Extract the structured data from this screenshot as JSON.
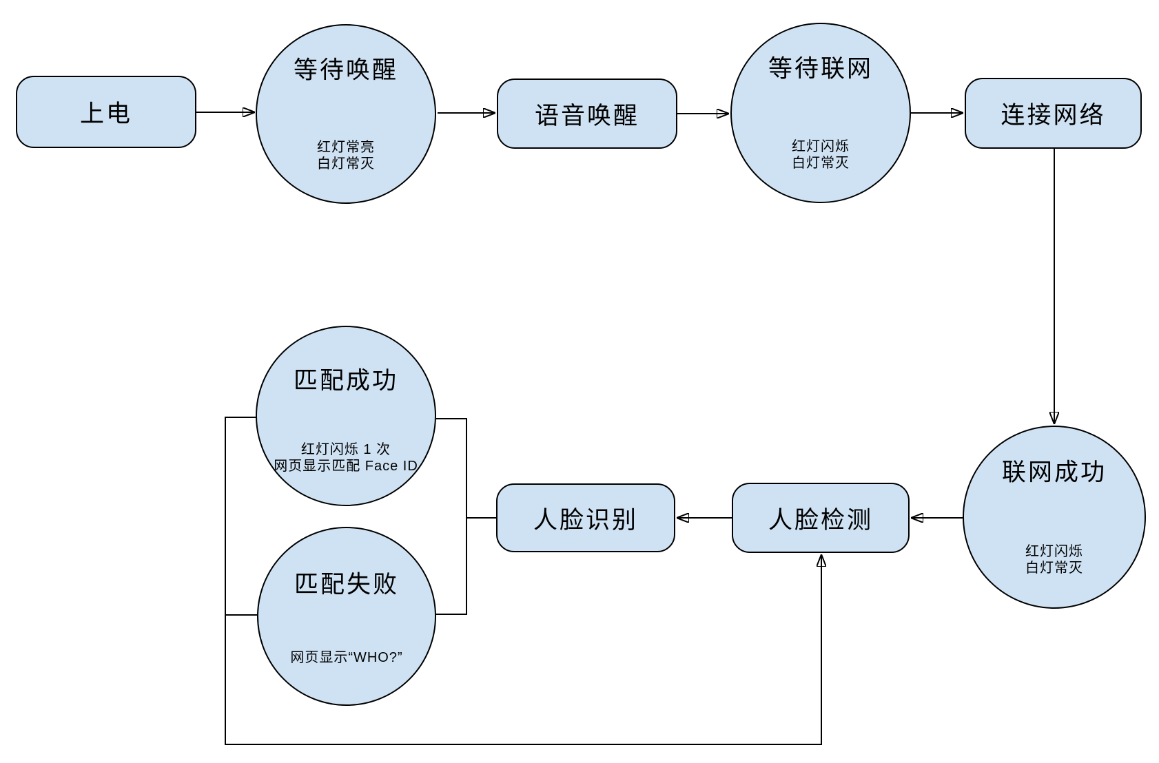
{
  "diagram": {
    "nodes": {
      "power_on": {
        "label": "上电"
      },
      "wait_wake": {
        "label": "等待唤醒",
        "notes": [
          "红灯常亮",
          "白灯常灭"
        ]
      },
      "voice_wake": {
        "label": "语音唤醒"
      },
      "wait_network": {
        "label": "等待联网",
        "notes": [
          "红灯闪烁",
          "白灯常灭"
        ]
      },
      "connect_network": {
        "label": "连接网络"
      },
      "network_success": {
        "label": "联网成功",
        "notes": [
          "红灯闪烁",
          "白灯常灭"
        ]
      },
      "face_detect": {
        "label": "人脸检测"
      },
      "face_recognize": {
        "label": "人脸识别"
      },
      "match_success": {
        "label": "匹配成功",
        "notes": [
          "红灯闪烁 1 次",
          "网页显示匹配 Face ID"
        ]
      },
      "match_fail": {
        "label": "匹配失败",
        "notes": [
          "网页显示“WHO?”"
        ]
      }
    },
    "edges": [
      {
        "from": "power_on",
        "to": "wait_wake",
        "arrow": true
      },
      {
        "from": "wait_wake",
        "to": "voice_wake",
        "arrow": true
      },
      {
        "from": "voice_wake",
        "to": "wait_network",
        "arrow": true
      },
      {
        "from": "wait_network",
        "to": "connect_network",
        "arrow": true
      },
      {
        "from": "connect_network",
        "to": "network_success",
        "arrow": true
      },
      {
        "from": "network_success",
        "to": "face_detect",
        "arrow": true
      },
      {
        "from": "face_detect",
        "to": "face_recognize",
        "arrow": true
      },
      {
        "from": "face_recognize",
        "to": "match_success",
        "arrow": false
      },
      {
        "from": "face_recognize",
        "to": "match_fail",
        "arrow": false
      },
      {
        "from": "match_success",
        "to": "face_detect",
        "arrow": true
      },
      {
        "from": "match_fail",
        "to": "face_detect",
        "arrow": true
      }
    ],
    "colors": {
      "node_fill": "#cfe2f3",
      "node_stroke": "#000000",
      "text": "#000000",
      "background": "#ffffff"
    }
  }
}
